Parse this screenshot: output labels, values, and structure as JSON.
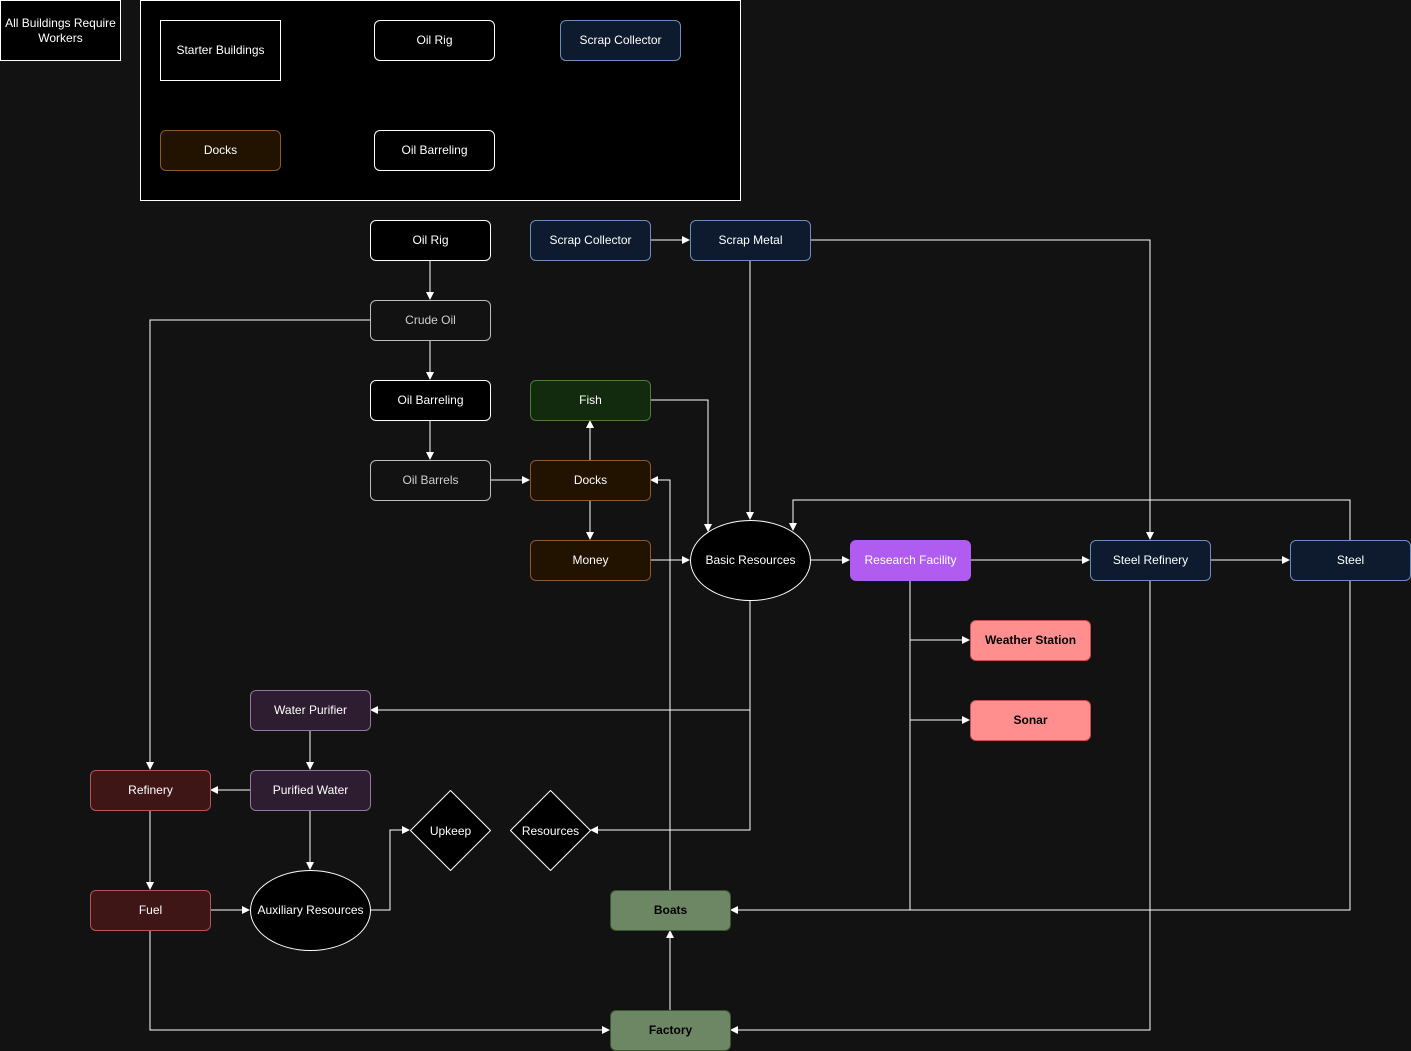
{
  "note": {
    "text": "All Buildings Require Workers"
  },
  "legend": {
    "starter_buildings": "Starter Buildings",
    "oil_rig": "Oil Rig",
    "scrap_collector": "Scrap Collector",
    "docks": "Docks",
    "oil_barreling": "Oil Barreling"
  },
  "nodes": {
    "oil_rig": "Oil Rig",
    "scrap_collector": "Scrap Collector",
    "scrap_metal": "Scrap Metal",
    "crude_oil": "Crude Oil",
    "oil_barreling": "Oil Barreling",
    "fish": "Fish",
    "oil_barrels": "Oil Barrels",
    "docks": "Docks",
    "money": "Money",
    "basic_resources": "Basic Resources",
    "research_facility": "Research Facility",
    "steel_refinery": "Steel Refinery",
    "steel": "Steel",
    "weather_station": "Weather Station",
    "sonar": "Sonar",
    "water_purifier": "Water Purifier",
    "refinery": "Refinery",
    "purified_water": "Purified Water",
    "upkeep": "Upkeep",
    "resources": "Resources",
    "fuel": "Fuel",
    "auxiliary_resources": "Auxiliary Resources",
    "boats": "Boats",
    "factory": "Factory"
  },
  "colors": {
    "background": "#121212",
    "edge": "#ffffff",
    "navy": "#0e1a2e",
    "brown": "#221200",
    "green": "#122a0e",
    "purple": "#b05cf0",
    "pink": "#ff8f8f",
    "plum": "#2e1c30",
    "maroon": "#3e1616",
    "sage": "#6d8764"
  }
}
